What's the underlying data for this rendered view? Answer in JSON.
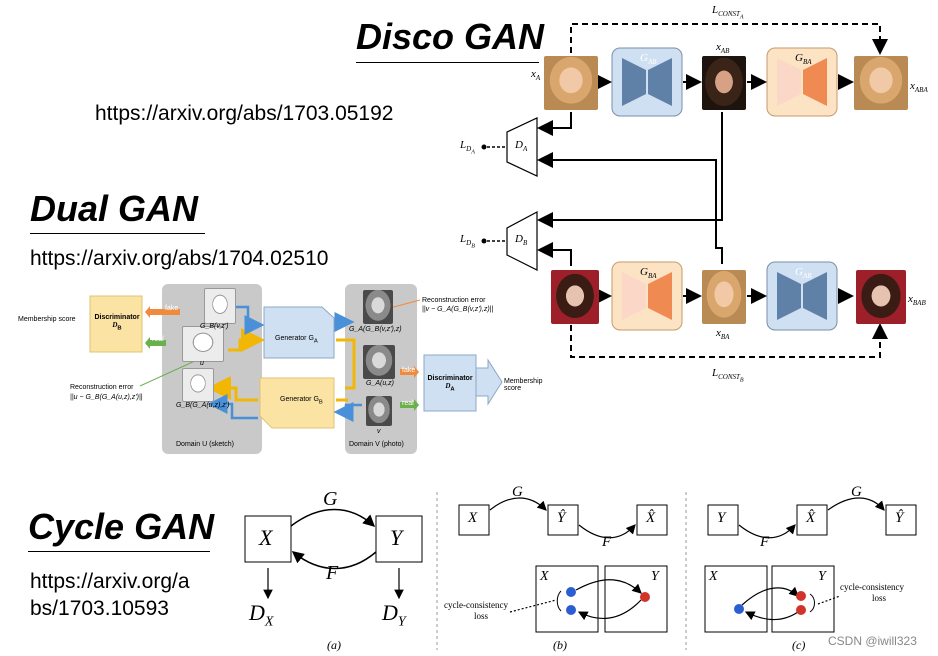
{
  "disco": {
    "title": "Disco GAN",
    "url": "https://arxiv.org/abs/1703.05192",
    "labels": {
      "const_a": "L",
      "const_a_sub": "CONST",
      "const_a_subsub": "A",
      "const_b": "L",
      "const_b_sub": "CONST",
      "const_b_subsub": "B",
      "xa": "x",
      "xa_sub": "A",
      "xab": "x",
      "xab_sub": "AB",
      "xaba": "x",
      "xaba_sub": "ABA",
      "xba": "x",
      "xba_sub": "BA",
      "xbab": "x",
      "xbab_sub": "BAB",
      "gab_top": "G",
      "gab_top_sub": "AB",
      "gba_top": "G",
      "gba_top_sub": "BA",
      "gba_bottom": "G",
      "gba_bottom_sub": "BA",
      "gab_bottom": "G",
      "gab_bottom_sub": "AB",
      "da": "D",
      "da_sub": "A",
      "db": "D",
      "db_sub": "B",
      "lda": "L",
      "lda_sub": "D",
      "lda_subsub": "A",
      "ldb": "L",
      "ldb_sub": "D",
      "ldb_subsub": "B"
    },
    "colors": {
      "blue_box": "#cfe0f2",
      "orange_box": "#fbe3c4",
      "blue_trap": "#5f80a7",
      "orange_trap": "#ee8a52"
    }
  },
  "dual": {
    "title": "Dual GAN",
    "url": "https://arxiv.org/abs/1704.02510",
    "membership_left": "Membership score",
    "discriminator_b": "Discriminator",
    "discriminator_b_sym": "D",
    "discriminator_b_sub": "B",
    "fake_left": "fake",
    "real_left": "real",
    "recon_left_title": "Reconstruction error",
    "recon_left_formula": "||u − G_B(G_A(u,z),z')||",
    "domain_u_label": "Domain U (sketch)",
    "u_top": "G_B(v,z')",
    "u_mid": "u",
    "u_bottom": "G_B(G_A(u,z),z')",
    "generator_a": "Generator G",
    "generator_a_sub": "A",
    "generator_b": "Generator G",
    "generator_b_sub": "B",
    "recon_right_title": "Reconstruction error",
    "recon_right_formula": "||v − G_A(G_B(v,z'),z)||",
    "v_top": "G_A(G_B(v,z'),z)",
    "v_mid": "G_A(u,z)",
    "v_bottom": "v",
    "fake_right": "fake",
    "real_right": "real",
    "domain_v_label": "Domain V (photo)",
    "discriminator_a": "Discriminator",
    "discriminator_a_sym": "D",
    "discriminator_a_sub": "A",
    "membership_right": "Membership score"
  },
  "cycle": {
    "title": "Cycle GAN",
    "url_line1": "https://arxiv.org/a",
    "url_line2": "bs/1703.10593",
    "a": {
      "x": "X",
      "y": "Y",
      "g": "G",
      "f": "F",
      "dx": "D",
      "dx_sub": "X",
      "dy": "D",
      "dy_sub": "Y",
      "caption": "(a)"
    },
    "b": {
      "x": "X",
      "yhat": "Ŷ",
      "xhat": "X̂",
      "g": "G",
      "f": "F",
      "box_x": "X",
      "box_y": "Y",
      "loss_line1": "cycle-consistency",
      "loss_line2": "loss",
      "caption": "(b)"
    },
    "c": {
      "y": "Y",
      "xhat": "X̂",
      "yhat": "Ŷ",
      "g": "G",
      "f": "F",
      "box_x": "X",
      "box_y": "Y",
      "loss_line1": "cycle-consistency",
      "loss_line2": "loss",
      "caption": "(c)"
    }
  },
  "watermark": "CSDN @iwill323"
}
